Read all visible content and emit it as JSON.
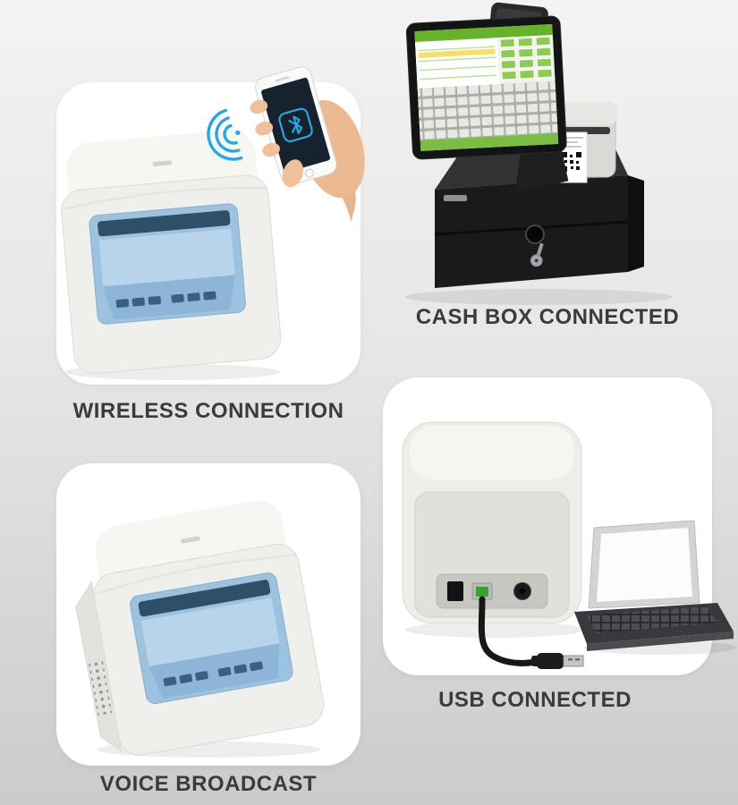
{
  "page": {
    "background_top": "#f3f3f3",
    "background_bottom": "#cbcbcb",
    "card_color": "#ffffff",
    "caption_color": "#3b3b3b"
  },
  "features": [
    {
      "id": "wireless",
      "caption": "WIRELESS CONNECTION"
    },
    {
      "id": "cashbox",
      "caption": "CASH BOX CONNECTED"
    },
    {
      "id": "voice",
      "caption": "VOICE BROADCAST"
    },
    {
      "id": "usb",
      "caption": "USB CONNECTED"
    }
  ],
  "icons": {
    "bluetooth": "bluetooth-icon",
    "wireless_signal": "wireless-signal-icon",
    "sound_waves": "sound-wave-icon",
    "qr_code": "qr-code-icon",
    "keyhole": "keyhole-icon",
    "usb_plug": "usb-plug-icon"
  },
  "colors": {
    "printer_blue": "#9cc2e0",
    "bluetooth_blue": "#2aa7e0",
    "pos_green": "#67b22c",
    "usb_port_green": "#39a22e",
    "cash_drawer_black": "#1a1a1d",
    "sound_wave_black": "#1c1c1c"
  }
}
